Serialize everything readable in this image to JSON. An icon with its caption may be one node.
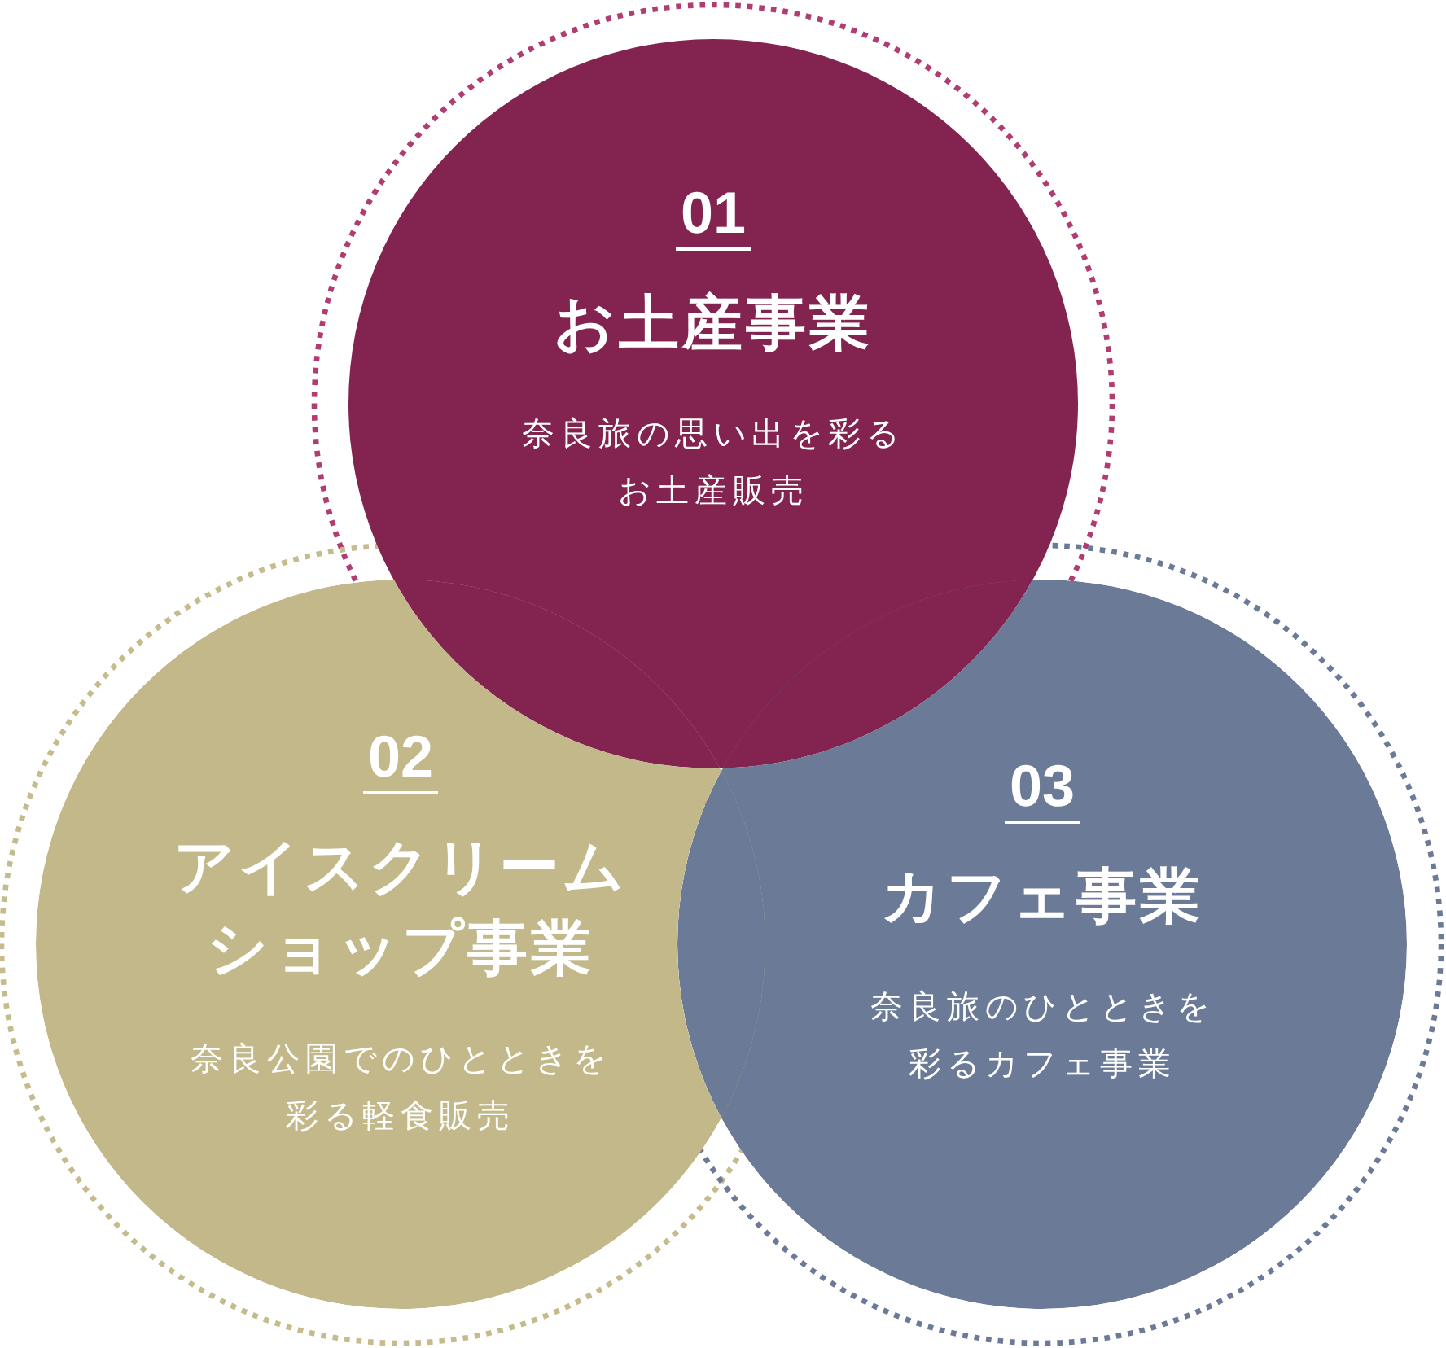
{
  "diagram": {
    "nodes": [
      {
        "text": [
          "01",
          "お土産事業",
          "奈良旅の思い出を彩るお土産販売"
        ]
      },
      {
        "text": [
          "02",
          "アイスクリームショップ事業",
          "奈良公園でのひとときを彩る軽食販売"
        ]
      },
      {
        "text": [
          "03",
          "カフェ事業",
          "奈良旅のひとときを彩るカフェ事業"
        ]
      }
    ]
  }
}
